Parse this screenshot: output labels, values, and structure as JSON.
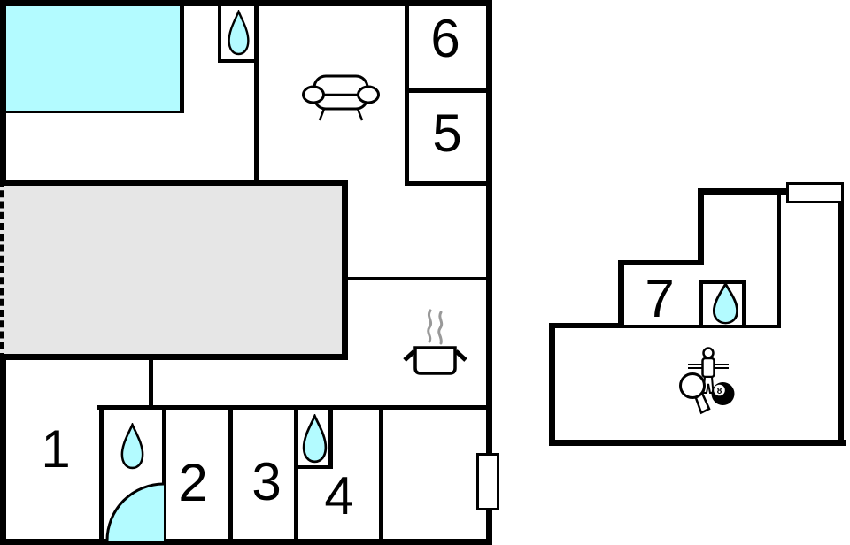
{
  "plan": {
    "type": "holiday-home-floor-plan",
    "rooms": {
      "r1": "1",
      "r2": "2",
      "r3": "3",
      "r4": "4",
      "r5": "5",
      "r6": "6",
      "r7": "7"
    },
    "ball_label": "8",
    "colors": {
      "wall": "#000000",
      "water": "#b3fbff",
      "terrace": "#e6e6e6",
      "steam": "#999999",
      "background": "#ffffff"
    },
    "icons": [
      "water-drop",
      "sofa",
      "cooking-pot",
      "shower-corner",
      "foosball-player",
      "table-tennis-paddle",
      "billiard-8-ball",
      "window"
    ]
  }
}
